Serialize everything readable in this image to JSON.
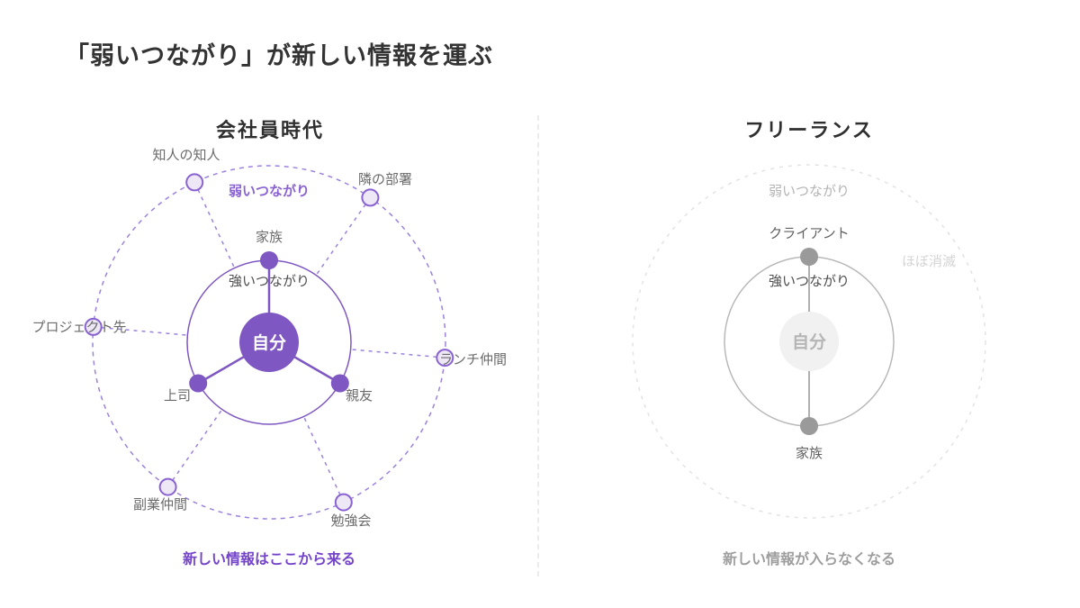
{
  "title": "「弱いつながり」が新しい情報を運ぶ",
  "palette": {
    "accent_purple": "#7e57c2",
    "weak_node_fill": "#ede7f6",
    "weak_ring_purple": "#9b82dd",
    "caption_purple": "#7444cb",
    "gray_node": "#9a9a9a",
    "center_gray_fill": "#f1f1f1",
    "caption_gray": "#9e9e9e"
  },
  "left": {
    "header": "会社員時代",
    "center_label": "自分",
    "strong_ring_label": "強いつながり",
    "weak_ring_label": "弱いつながり",
    "strong_nodes": [
      "家族",
      "上司",
      "親友"
    ],
    "weak_nodes": [
      "知人の知人",
      "隣の部署",
      "プロジェクト先",
      "ランチ仲間",
      "副業仲間",
      "勉強会"
    ],
    "caption": "新しい情報はここから来る"
  },
  "right": {
    "header": "フリーランス",
    "center_label": "自分",
    "strong_ring_label": "強いつながり",
    "weak_ring_label": "弱いつながり",
    "status_label": "ほぼ消滅",
    "strong_nodes": [
      "クライアント",
      "家族"
    ],
    "caption": "新しい情報が入らなくなる"
  }
}
